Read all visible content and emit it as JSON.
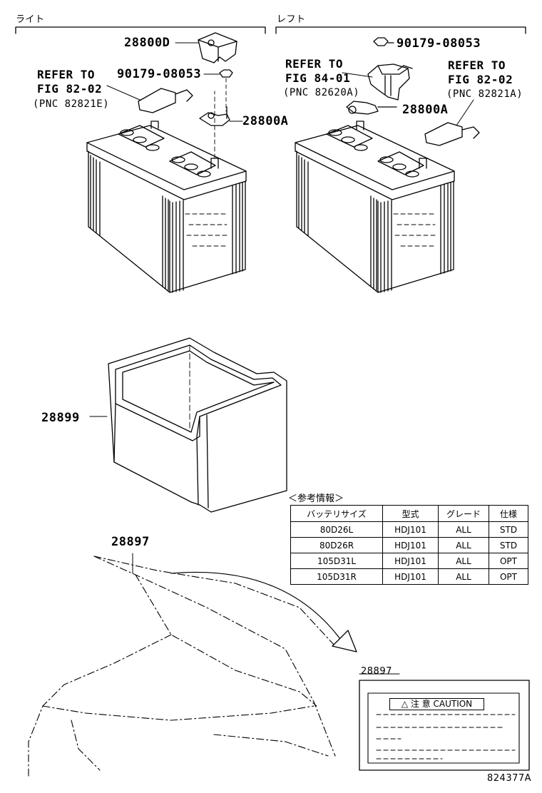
{
  "sections": {
    "right_label": "ライト",
    "left_label": "レフト"
  },
  "parts": {
    "cover_right": "28800D",
    "nut_right": "90179-08053",
    "nut_left": "90179-08053",
    "cable_right": "28800A",
    "cable_left": "28800A",
    "tray": "28899",
    "caution_plate": "28897",
    "caution_plate_detail": "28897"
  },
  "refs": {
    "right_ref": {
      "line1": "REFER TO",
      "line2": "FIG 82-02",
      "pnc": "(PNC 82821E)"
    },
    "left_ref_84": {
      "line1": "REFER TO",
      "line2": "FIG 84-01",
      "pnc": "(PNC 82620A)"
    },
    "left_ref_82": {
      "line1": "REFER TO",
      "line2": "FIG 82-02",
      "pnc": "(PNC 82821A)"
    }
  },
  "info_table": {
    "caption": "＜参考情報＞",
    "headers": [
      "バッテリサイズ",
      "型式",
      "グレード",
      "仕様"
    ],
    "rows": [
      [
        "80D26L",
        "HDJ101",
        "ALL",
        "STD"
      ],
      [
        "80D26R",
        "HDJ101",
        "ALL",
        "STD"
      ],
      [
        "105D31L",
        "HDJ101",
        "ALL",
        "OPT"
      ],
      [
        "105D31R",
        "HDJ101",
        "ALL",
        "OPT"
      ]
    ]
  },
  "caution_label": "△ 注 意 CAUTION",
  "figure_id": "824377A"
}
